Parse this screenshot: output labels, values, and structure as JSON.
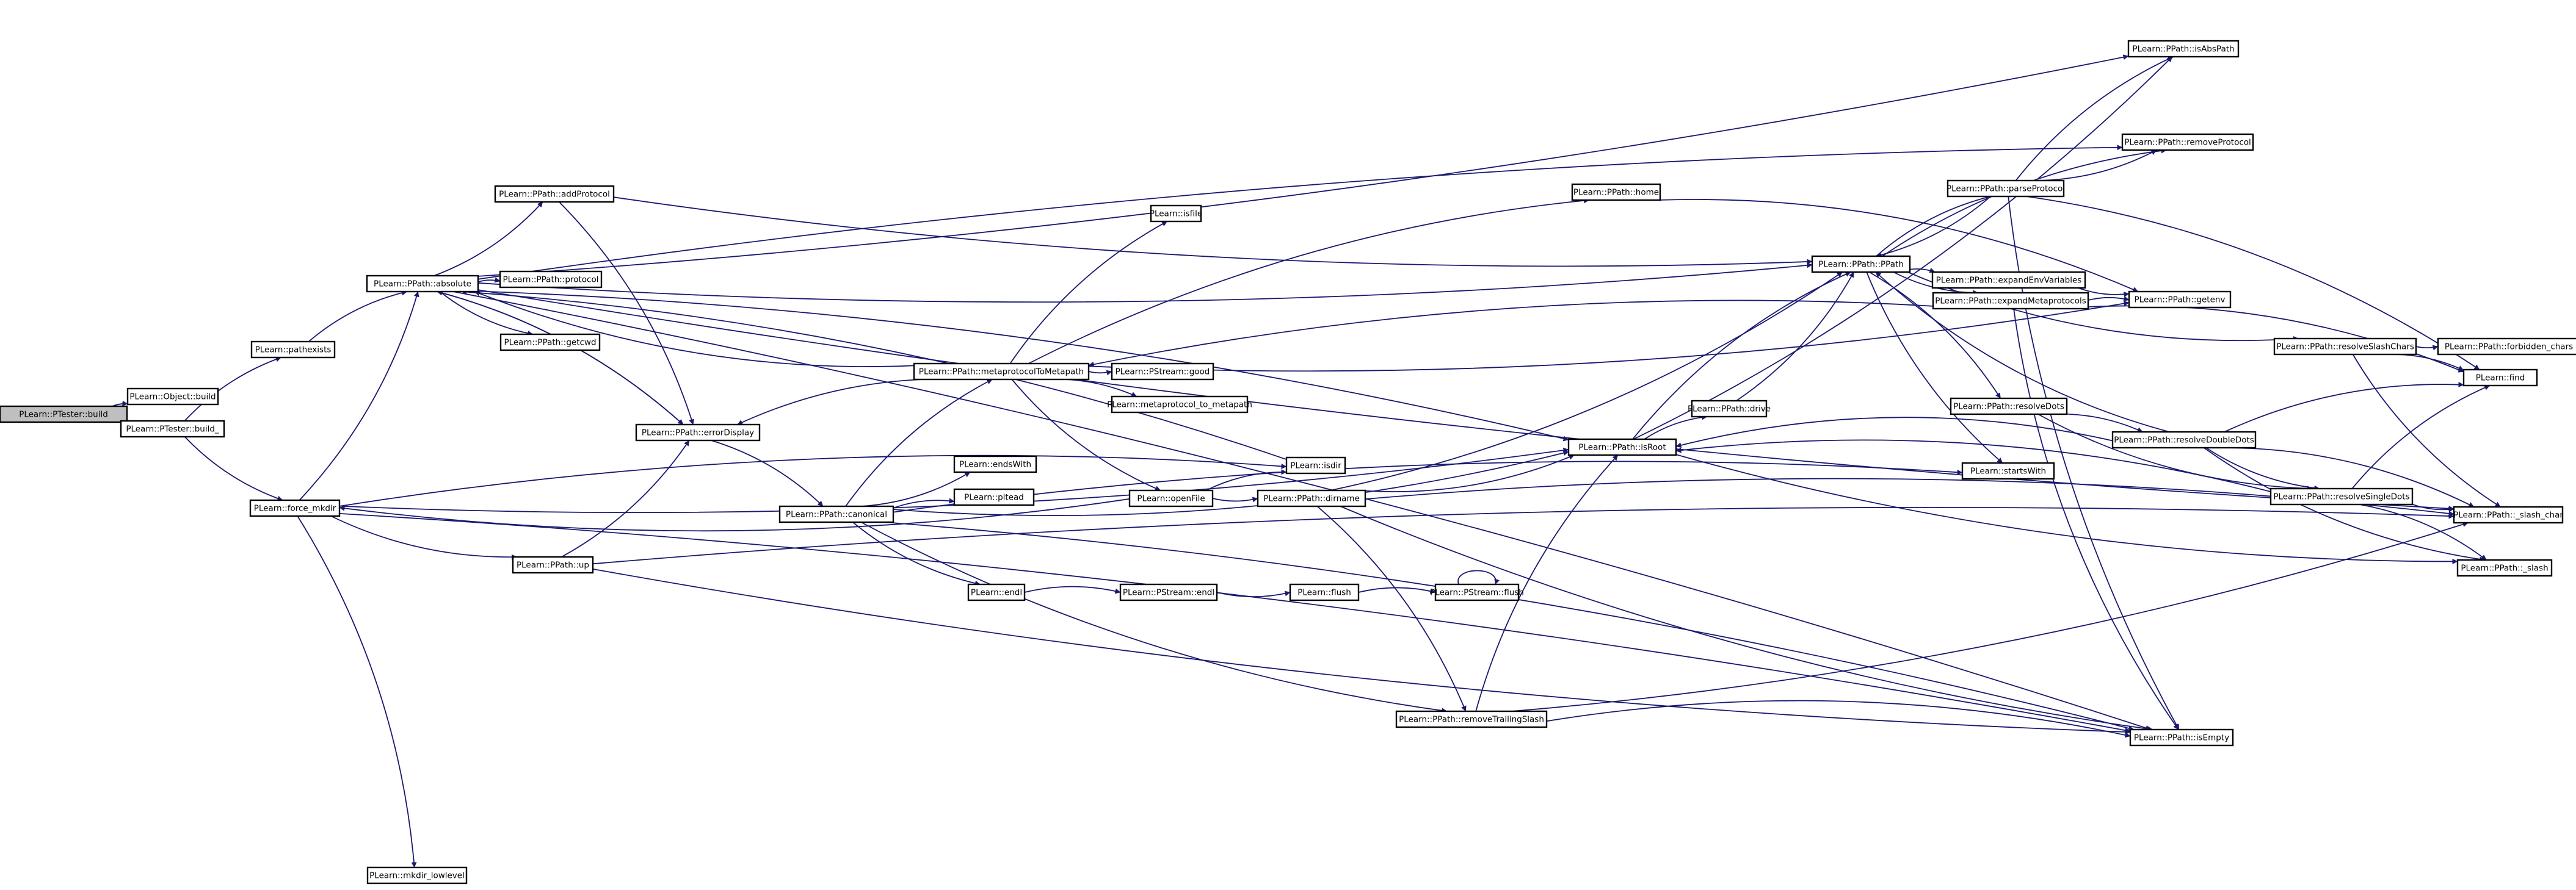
{
  "nodes": [
    {
      "id": "tester_build",
      "label": "PLearn::PTester::build",
      "root": true
    },
    {
      "id": "object_build",
      "label": "PLearn::Object::build"
    },
    {
      "id": "tester_build_",
      "label": "PLearn::PTester::build_"
    },
    {
      "id": "pathexists",
      "label": "PLearn::pathexists"
    },
    {
      "id": "force_mkdir",
      "label": "PLearn::force_mkdir"
    },
    {
      "id": "absolute",
      "label": "PLearn::PPath::absolute"
    },
    {
      "id": "mkdir_lowlevel",
      "label": "PLearn::mkdir_lowlevel"
    },
    {
      "id": "addProtocol",
      "label": "PLearn::PPath::addProtocol"
    },
    {
      "id": "protocol",
      "label": "PLearn::PPath::protocol"
    },
    {
      "id": "getcwd",
      "label": "PLearn::PPath::getcwd"
    },
    {
      "id": "errorDisplay",
      "label": "PLearn::PPath::errorDisplay"
    },
    {
      "id": "up",
      "label": "PLearn::PPath::up"
    },
    {
      "id": "canonical",
      "label": "PLearn::PPath::canonical"
    },
    {
      "id": "m2m",
      "label": "PLearn::PPath::metaprotocolToMetapath"
    },
    {
      "id": "isfile",
      "label": "PLearn::isfile"
    },
    {
      "id": "endsWith",
      "label": "PLearn::endsWith"
    },
    {
      "id": "pltead",
      "label": "PLearn::pltead"
    },
    {
      "id": "endl",
      "label": "PLearn::endl"
    },
    {
      "id": "pstream_good",
      "label": "PLearn::PStream::good"
    },
    {
      "id": "mp_to_mp",
      "label": "PLearn::metaprotocol_to_metapath"
    },
    {
      "id": "openFile",
      "label": "PLearn::openFile"
    },
    {
      "id": "isdir",
      "label": "PLearn::isdir"
    },
    {
      "id": "pstream_endl",
      "label": "PLearn::PStream::endl"
    },
    {
      "id": "flush",
      "label": "PLearn::flush"
    },
    {
      "id": "pstream_flush",
      "label": "PLearn::PStream::flush"
    },
    {
      "id": "home",
      "label": "PLearn::PPath::home"
    },
    {
      "id": "dirname",
      "label": "PLearn::PPath::dirname"
    },
    {
      "id": "isRoot",
      "label": "PLearn::PPath::isRoot"
    },
    {
      "id": "removeTrailingSlash",
      "label": "PLearn::PPath::removeTrailingSlash"
    },
    {
      "id": "ppath",
      "label": "PLearn::PPath::PPath"
    },
    {
      "id": "drive",
      "label": "PLearn::PPath::drive"
    },
    {
      "id": "expandEnvVariables",
      "label": "PLearn::PPath::expandEnvVariables"
    },
    {
      "id": "expandMetaprotocols",
      "label": "PLearn::PPath::expandMetaprotocols"
    },
    {
      "id": "resolveDots",
      "label": "PLearn::PPath::resolveDots"
    },
    {
      "id": "startsWith",
      "label": "PLearn::startsWith"
    },
    {
      "id": "parseProtocol",
      "label": "PLearn::PPath::parseProtocol"
    },
    {
      "id": "resolveDoubleDots",
      "label": "PLearn::PPath::resolveDoubleDots"
    },
    {
      "id": "isAbsPath",
      "label": "PLearn::PPath::isAbsPath"
    },
    {
      "id": "removeProtocol",
      "label": "PLearn::PPath::removeProtocol"
    },
    {
      "id": "getenv",
      "label": "PLearn::PPath::getenv"
    },
    {
      "id": "resolveSlashChars",
      "label": "PLearn::PPath::resolveSlashChars"
    },
    {
      "id": "forbidden_chars",
      "label": "PLearn::PPath::forbidden_chars"
    },
    {
      "id": "find",
      "label": "PLearn::find"
    },
    {
      "id": "resolveSingleDots",
      "label": "PLearn::PPath::resolveSingleDots"
    },
    {
      "id": "slash_char",
      "label": "PLearn::PPath::_slash_char"
    },
    {
      "id": "slash",
      "label": "PLearn::PPath::_slash"
    },
    {
      "id": "isEmpty",
      "label": "PLearn::PPath::isEmpty"
    }
  ],
  "edges": [
    [
      "tester_build",
      "object_build"
    ],
    [
      "tester_build",
      "tester_build_"
    ],
    [
      "tester_build_",
      "pathexists"
    ],
    [
      "tester_build_",
      "force_mkdir"
    ],
    [
      "pathexists",
      "absolute"
    ],
    [
      "force_mkdir",
      "absolute"
    ],
    [
      "force_mkdir",
      "isdir"
    ],
    [
      "force_mkdir",
      "up"
    ],
    [
      "force_mkdir",
      "mkdir_lowlevel"
    ],
    [
      "force_mkdir",
      "isRoot"
    ],
    [
      "force_mkdir",
      "isEmpty"
    ],
    [
      "absolute",
      "addProtocol"
    ],
    [
      "absolute",
      "protocol"
    ],
    [
      "absolute",
      "getcwd"
    ],
    [
      "absolute",
      "errorDisplay"
    ],
    [
      "absolute",
      "isAbsPath"
    ],
    [
      "absolute",
      "removeProtocol"
    ],
    [
      "absolute",
      "ppath"
    ],
    [
      "absolute",
      "isEmpty"
    ],
    [
      "absolute",
      "slash_char"
    ],
    [
      "absolute",
      "isRoot"
    ],
    [
      "addProtocol",
      "ppath"
    ],
    [
      "addProtocol",
      "errorDisplay"
    ],
    [
      "errorDisplay",
      "absolute"
    ],
    [
      "errorDisplay",
      "canonical"
    ],
    [
      "up",
      "errorDisplay"
    ],
    [
      "up",
      "slash_char"
    ],
    [
      "up",
      "isEmpty"
    ],
    [
      "canonical",
      "m2m"
    ],
    [
      "canonical",
      "endsWith"
    ],
    [
      "canonical",
      "pltead"
    ],
    [
      "canonical",
      "endl"
    ],
    [
      "canonical",
      "startsWith"
    ],
    [
      "canonical",
      "removeTrailingSlash"
    ],
    [
      "canonical",
      "isEmpty"
    ],
    [
      "canonical",
      "isRoot"
    ],
    [
      "m2m",
      "isfile"
    ],
    [
      "m2m",
      "pstream_good"
    ],
    [
      "m2m",
      "mp_to_mp"
    ],
    [
      "m2m",
      "openFile"
    ],
    [
      "m2m",
      "home"
    ],
    [
      "m2m",
      "errorDisplay"
    ],
    [
      "m2m",
      "absolute"
    ],
    [
      "m2m",
      "getenv"
    ],
    [
      "endl",
      "pstream_endl"
    ],
    [
      "pstream_endl",
      "flush"
    ],
    [
      "flush",
      "pstream_flush"
    ],
    [
      "pstream_flush",
      "pstream_flush"
    ],
    [
      "openFile",
      "isdir"
    ],
    [
      "openFile",
      "dirname"
    ],
    [
      "openFile",
      "force_mkdir"
    ],
    [
      "isdir",
      "absolute"
    ],
    [
      "home",
      "getenv"
    ],
    [
      "dirname",
      "isRoot"
    ],
    [
      "dirname",
      "removeTrailingSlash"
    ],
    [
      "dirname",
      "ppath"
    ],
    [
      "dirname",
      "slash_char"
    ],
    [
      "dirname",
      "isEmpty"
    ],
    [
      "isRoot",
      "drive"
    ],
    [
      "isRoot",
      "isAbsPath"
    ],
    [
      "isRoot",
      "ppath"
    ],
    [
      "isRoot",
      "slash"
    ],
    [
      "removeTrailingSlash",
      "isRoot"
    ],
    [
      "removeTrailingSlash",
      "slash_char"
    ],
    [
      "removeTrailingSlash",
      "isEmpty"
    ],
    [
      "drive",
      "ppath"
    ],
    [
      "ppath",
      "expandEnvVariables"
    ],
    [
      "ppath",
      "expandMetaprotocols"
    ],
    [
      "ppath",
      "resolveDots"
    ],
    [
      "ppath",
      "startsWith"
    ],
    [
      "ppath",
      "parseProtocol"
    ],
    [
      "ppath",
      "resolveSlashChars"
    ],
    [
      "ppath",
      "removeProtocol"
    ],
    [
      "expandEnvVariables",
      "getenv"
    ],
    [
      "expandMetaprotocols",
      "getenv"
    ],
    [
      "expandMetaprotocols",
      "m2m"
    ],
    [
      "expandMetaprotocols",
      "find"
    ],
    [
      "expandMetaprotocols",
      "isEmpty"
    ],
    [
      "resolveDots",
      "resolveDoubleDots"
    ],
    [
      "resolveDots",
      "resolveSingleDots"
    ],
    [
      "parseProtocol",
      "isAbsPath"
    ],
    [
      "parseProtocol",
      "removeProtocol"
    ],
    [
      "parseProtocol",
      "find"
    ],
    [
      "parseProtocol",
      "isEmpty"
    ],
    [
      "parseProtocol",
      "ppath"
    ],
    [
      "resolveDoubleDots",
      "isRoot"
    ],
    [
      "resolveDoubleDots",
      "find"
    ],
    [
      "resolveDoubleDots",
      "resolveSingleDots"
    ],
    [
      "resolveDoubleDots",
      "slash_char"
    ],
    [
      "resolveDoubleDots",
      "slash"
    ],
    [
      "resolveDoubleDots",
      "ppath"
    ],
    [
      "resolveSlashChars",
      "forbidden_chars"
    ],
    [
      "resolveSlashChars",
      "find"
    ],
    [
      "resolveSlashChars",
      "slash_char"
    ],
    [
      "resolveSingleDots",
      "find"
    ],
    [
      "resolveSingleDots",
      "slash_char"
    ],
    [
      "resolveSingleDots",
      "slash"
    ],
    [
      "resolveSingleDots",
      "isRoot"
    ]
  ]
}
